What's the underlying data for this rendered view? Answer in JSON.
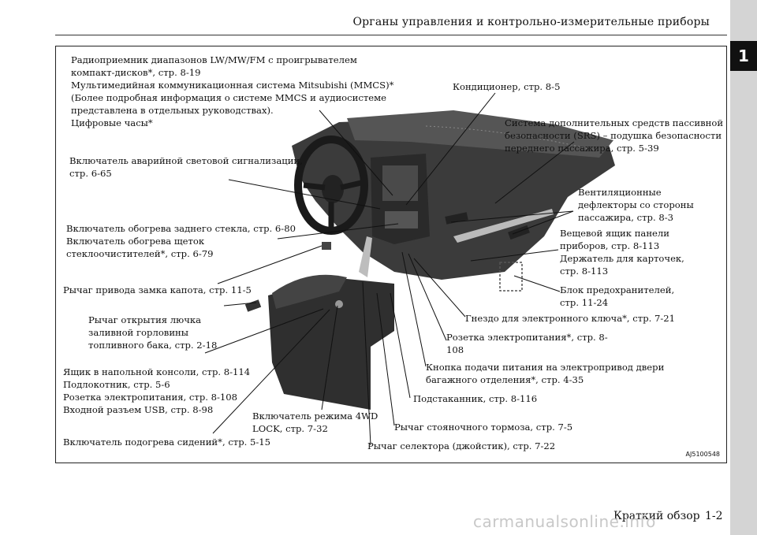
{
  "header": {
    "title": "Органы управления и контрольно-измерительные приборы",
    "chapter": "1"
  },
  "figure": {
    "code": "AJ5100548",
    "callouts": {
      "radio": [
        "Радиоприемник диапазонов LW/MW/FM с проигрывателем",
        "компакт-дисков*, стр. 8-19",
        "Мультимедийная коммуникационная система Mitsubishi (MMCS)*",
        "(Более подробная информация о системе MMCS и аудиосистеме",
        "представлена в отдельных руководствах).",
        "Цифровые часы*"
      ],
      "aircon": [
        "Кондиционер, стр. 8-5"
      ],
      "srs": [
        "Система дополнительных средств пассивной",
        "безопасности (SRS) – подушка безопасности",
        "переднего пассажира, стр. 5-39"
      ],
      "hazard": [
        "Включатель аварийной световой сигнализации,",
        "стр. 6-65"
      ],
      "vents": [
        "Вентиляционные",
        "дефлекторы со стороны",
        "пассажира, стр. 8-3"
      ],
      "defog": [
        "Включатель обогрева заднего стекла, стр. 6-80",
        "Включатель обогрева щеток",
        "стеклоочистителей*, стр. 6-79"
      ],
      "glovebox": [
        "Вещевой ящик панели",
        "приборов, стр. 8-113",
        "Держатель для карточек,",
        "стр. 8-113"
      ],
      "hood": [
        "Рычаг привода замка капота, стр. 11-5"
      ],
      "fuse": [
        "Блок предохранителей,",
        "стр. 11-24"
      ],
      "fuel_lid": [
        "Рычаг открытия лючка",
        "заливной горловины",
        "топливного бака, стр. 2-18"
      ],
      "key_slot": [
        "Гнездо для электронного ключа*, стр. 7-21"
      ],
      "socket": [
        "Розетка электропитания*, стр. 8-",
        "108"
      ],
      "power_door": [
        "Кнопка подачи питания на электропривод двери",
        "багажного отделения*, стр. 4-35"
      ],
      "console": [
        "Ящик в напольной консоли, стр. 8-114",
        "Подлокотник, стр. 5-6",
        "Розетка электропитания, стр. 8-108",
        "Входной разъем USB, стр. 8-98"
      ],
      "cupholder": [
        "Подстаканник, стр. 8-116"
      ],
      "lock4wd": [
        "Включатель режима 4WD",
        "LOCK, стр. 7-32"
      ],
      "parking_brake": [
        "Рычаг стояночного тормоза, стр. 7-5"
      ],
      "seat_heat": [
        "Включатель подогрева сидений*, стр. 5-15"
      ],
      "selector": [
        "Рычаг селектора (джойстик), стр. 7-22"
      ]
    }
  },
  "footer": {
    "title": "Краткий обзор",
    "page": "1-2",
    "watermark": "carmanualsonline.info"
  }
}
